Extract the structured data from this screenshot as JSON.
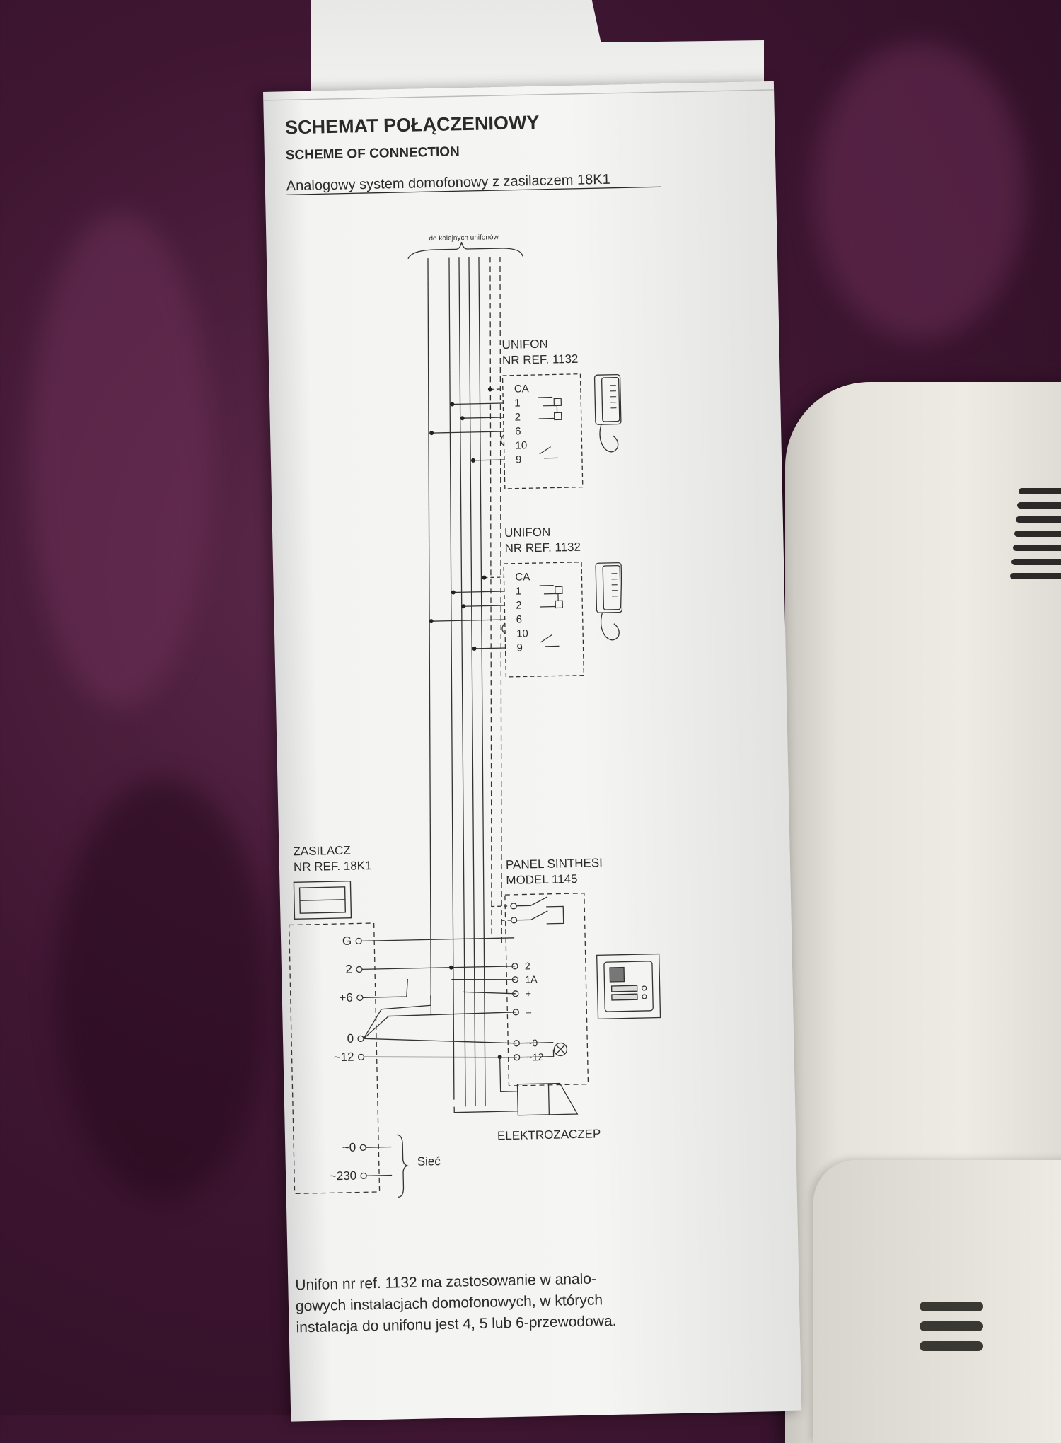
{
  "header": {
    "title": "SCHEMAT POŁĄCZENIOWY",
    "subtitle": "SCHEME OF CONNECTION",
    "system": "Analogowy system domofonowy z zasilaczem 18K1"
  },
  "bus_label": "do kolejnych unifonów",
  "unifon1": {
    "name": "UNIFON",
    "ref": "NR REF. 1132",
    "terminals": [
      "CA",
      "1",
      "2",
      "6",
      "10",
      "9"
    ]
  },
  "unifon2": {
    "name": "UNIFON",
    "ref": "NR REF. 1132",
    "terminals": [
      "CA",
      "1",
      "2",
      "6",
      "10",
      "9"
    ]
  },
  "psu": {
    "name": "ZASILACZ",
    "ref": "NR REF. 18K1",
    "terminals": [
      "G",
      "2",
      "+6",
      "0",
      "~12"
    ],
    "mains": [
      "~0",
      "~230"
    ],
    "mains_label": "Sieć"
  },
  "panel": {
    "name": "PANEL SINTHESI",
    "model": "MODEL 1145",
    "terminals": [
      "2",
      "1A",
      "+",
      "–",
      "~0",
      "~12"
    ]
  },
  "lock": {
    "label": "ELEKTROZACZEP"
  },
  "footer": {
    "line1": "Unifon nr ref. 1132 ma zastosowanie w analo-",
    "line2": "gowych instalacjach domofonowych, w których",
    "line3": "instalacja do unifonu jest 4, 5 lub 6-przewodowa."
  }
}
